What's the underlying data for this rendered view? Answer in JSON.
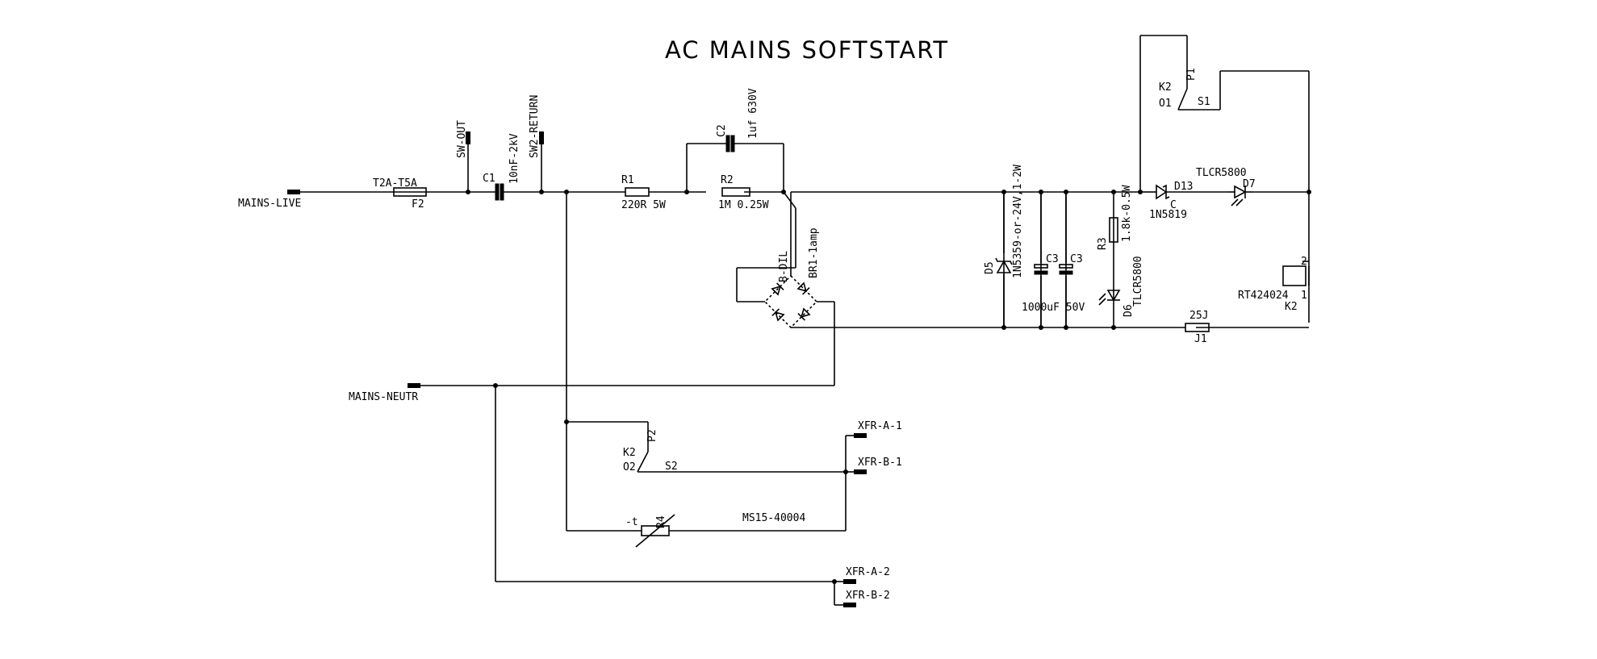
{
  "title": "AC MAINS SOFTSTART",
  "nets": {
    "mains_live": "MAINS-LIVE",
    "mains_neutr": "MAINS-NEUTR",
    "sw_out": "SW-OUT",
    "sw2_return": "SW2-RETURN",
    "xfr_a1": "XFR-A-1",
    "xfr_b1": "XFR-B-1",
    "xfr_a2": "XFR-A-2",
    "xfr_b2": "XFR-B-2"
  },
  "parts": {
    "f2": {
      "ref": "F2",
      "value": "T2A-T5A"
    },
    "c1": {
      "ref": "C1",
      "value": "10nF-2kV"
    },
    "r1": {
      "ref": "R1",
      "value": "220R 5W"
    },
    "c2": {
      "ref": "C2",
      "value": "1uf 630V"
    },
    "r2": {
      "ref": "R2",
      "value": "1M 0.25W"
    },
    "b1": {
      "ref": "B-DIL",
      "value": "BR1-1amp"
    },
    "d5": {
      "ref": "D5",
      "value": "1N5359-or-24V,1-2W"
    },
    "c3a": {
      "ref": "C3"
    },
    "c3b": {
      "ref": "C3"
    },
    "c3_value": "1000uF 50V",
    "r3": {
      "ref": "R3",
      "value": "1.8k-0.5W"
    },
    "d6": {
      "ref": "D6",
      "value": "TLCR5800"
    },
    "d13": {
      "ref": "D13",
      "value": "1N5819",
      "pin": "C"
    },
    "d7": {
      "ref": "D7",
      "value": "TLCR5800"
    },
    "k2_coil": {
      "ref": "K2",
      "value": "RT424024",
      "pin1": "2",
      "pin2": "1"
    },
    "j1": {
      "ref": "J1",
      "value": "25J"
    },
    "k2_sw1": {
      "ref": "K2",
      "p": "P1",
      "o": "O1",
      "s": "S1"
    },
    "k2_sw2": {
      "ref": "K2",
      "p": "P2",
      "o": "O2",
      "s": "S2"
    },
    "r4": {
      "ref": "R4",
      "value": "MS15-40004",
      "mark": "-t"
    }
  }
}
